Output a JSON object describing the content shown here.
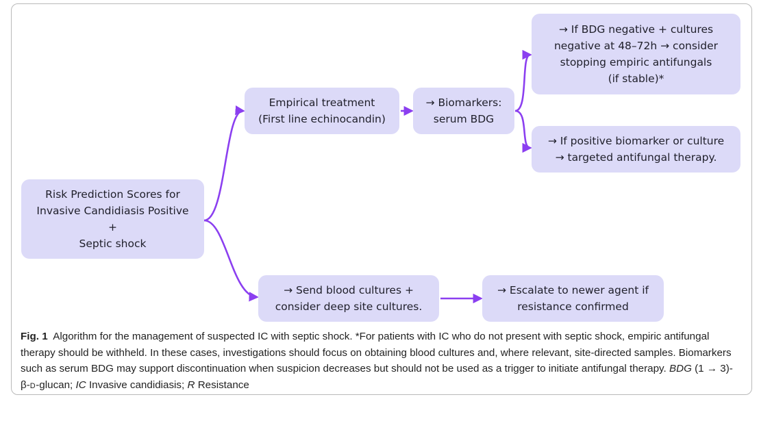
{
  "diagram": {
    "nodes": {
      "risk": {
        "lines": [
          "Risk Prediction Scores for",
          "Invasive Candidiasis Positive",
          "+",
          "Septic shock"
        ]
      },
      "empirical": {
        "lines": [
          "Empirical treatment",
          "(First line echinocandin)"
        ]
      },
      "biomarkers": {
        "lines": [
          "→ Biomarkers:",
          "serum BDG"
        ]
      },
      "bdg_negative": {
        "lines": [
          "→ If BDG negative + cultures",
          "negative at 48–72h → consider",
          "stopping empiric antifungals",
          "(if stable)*"
        ]
      },
      "positive": {
        "lines": [
          "→ If positive biomarker or culture",
          "→ targeted antifungal therapy."
        ]
      },
      "cultures": {
        "lines": [
          "→ Send blood cultures +",
          "consider deep site cultures."
        ]
      },
      "escalate": {
        "lines": [
          "→ Escalate to newer agent if",
          "resistance confirmed"
        ]
      }
    },
    "colors": {
      "node_fill": "#dcdaf8",
      "arrow": "#8b3ff0",
      "text": "#1f1f2a"
    }
  },
  "caption": {
    "label": "Fig. 1",
    "text_1": "Algorithm for the management of suspected IC with septic shock. *For patients with IC who do not present with septic shock, empiric antifungal therapy should be withheld. In these cases, investigations should focus on obtaining blood cultures and, where relevant, site-directed samples. Biomarkers such as serum BDG may support discontinuation when suspicion decreases but should not be used as a trigger to initiate antifungal therapy.",
    "abbr_bdg": "BDG",
    "bdg_def_pre": "(1 → 3)-β-",
    "bdg_def_d": "D",
    "bdg_def_post": "-glucan;",
    "abbr_ic": "IC",
    "ic_def": "Invasive candidiasis;",
    "abbr_r": "R",
    "r_def": "Resistance"
  }
}
